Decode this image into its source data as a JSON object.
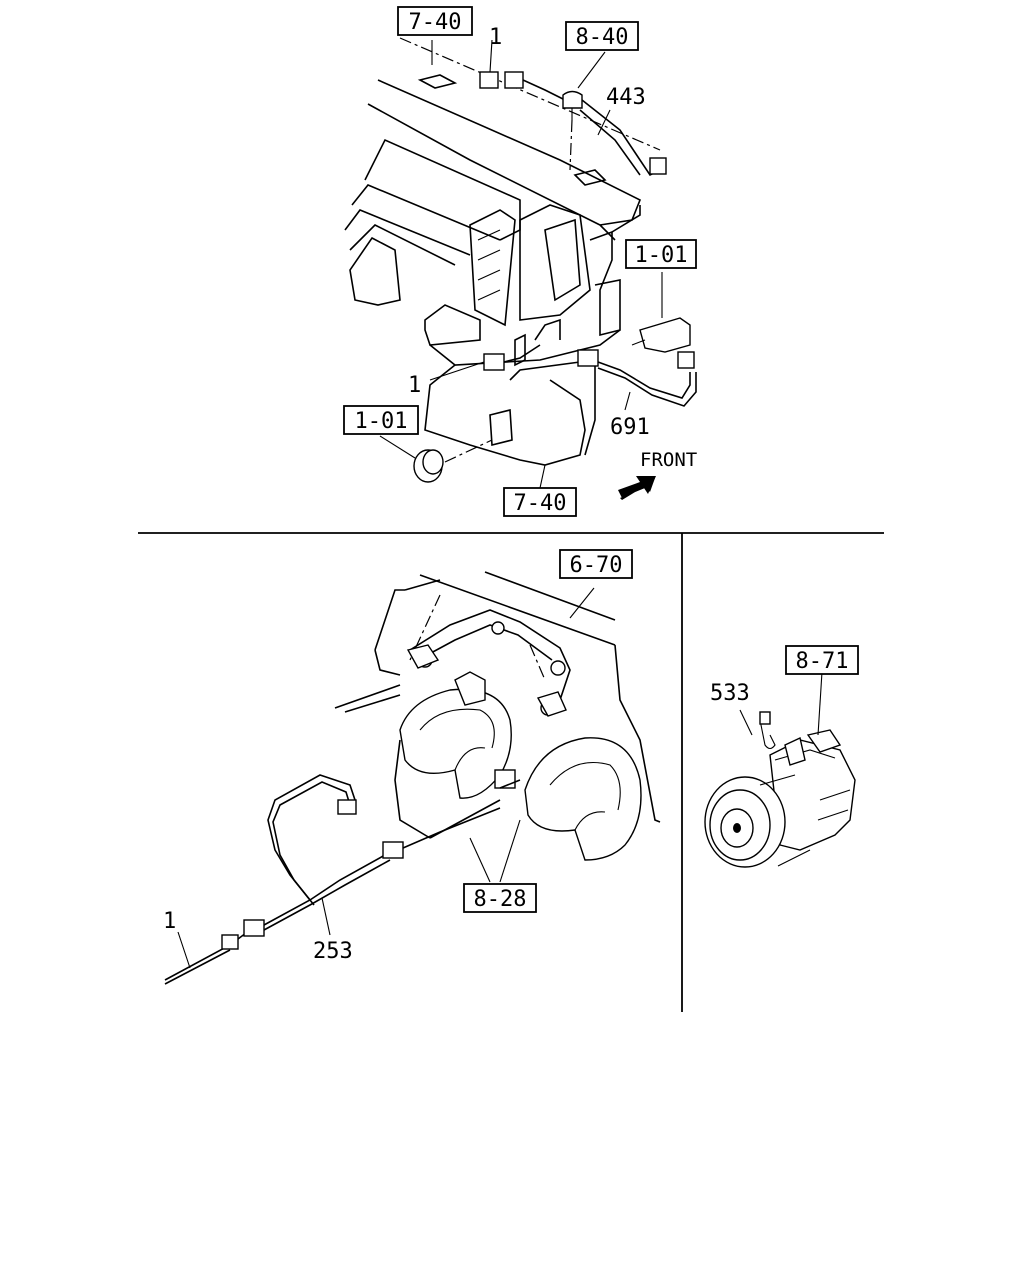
{
  "refs": {
    "r740_top": "7-40",
    "r840": "8-40",
    "r101_right": "1-01",
    "r101_left": "1-01",
    "r740_bottom": "7-40",
    "r670": "6-70",
    "r871": "8-71",
    "r828": "8-28"
  },
  "parts": {
    "p1_top": "1",
    "p443": "443",
    "p1_mid": "1",
    "p691": "691",
    "p533": "533",
    "p1_bottom": "1",
    "p253": "253"
  },
  "direction": {
    "front": "FRONT"
  }
}
